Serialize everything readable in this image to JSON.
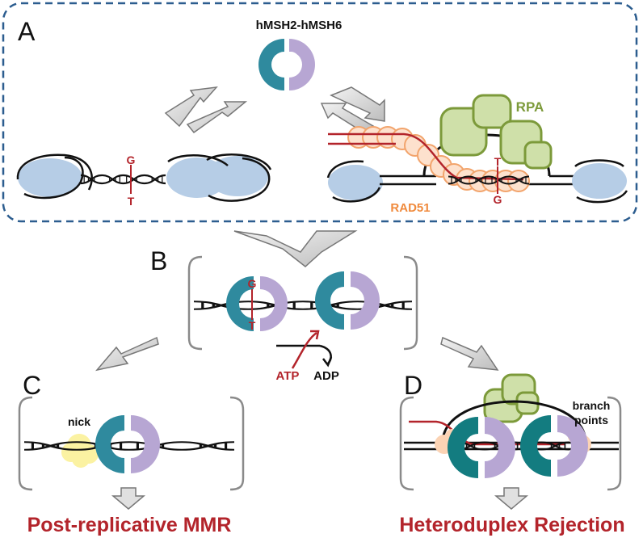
{
  "panels": {
    "a": "A",
    "b": "B",
    "c": "C",
    "d": "D"
  },
  "proteins": {
    "complex": "hMSH2-hMSH6",
    "rpa": "RPA",
    "rad51": "RAD51"
  },
  "mismatch": {
    "top_base_a": "G",
    "bottom_base_a": "T",
    "top_base_a2": "T",
    "bottom_base_a2": "G",
    "top_base_b": "G",
    "bottom_base_b": "T"
  },
  "nucleotides": {
    "atp": "ATP",
    "adp": "ADP"
  },
  "annotations": {
    "nick": "nick",
    "branch_line1": "branch",
    "branch_line2": "points"
  },
  "outcomes": {
    "mmr": "Post-replicative MMR",
    "rejection": "Heteroduplex Rejection"
  },
  "colors": {
    "msh2": "#2f8a9e",
    "msh6": "#b7a6d3",
    "mismatch_red": "#b3242b",
    "rpa": "#cfe0a9",
    "rpa_stroke": "#7c9a3a",
    "rad51_fill": "#fde1cd",
    "rad51_stroke": "#f2a46c",
    "nucleosome": "#b6cde6",
    "nick": "#fbf2a2",
    "dashed_border": "#2c5d8f"
  }
}
